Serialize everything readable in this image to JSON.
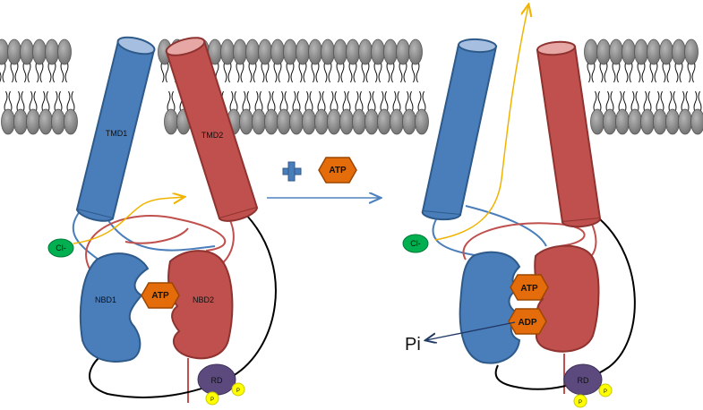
{
  "left_state": {
    "tmd1_label": "TMD1",
    "tmd2_label": "TMD2",
    "nbd1_label": "NBD1",
    "nbd2_label": "NBD2",
    "atp_label": "ATP",
    "chloride_label": "Cl-",
    "rd_label": "RD",
    "phosphate_label": "P"
  },
  "transition": {
    "atp_label": "ATP"
  },
  "right_state": {
    "atp_label": "ATP",
    "adp_label": "ADP",
    "pi_label": "Pi",
    "chloride_label": "Cl-",
    "rd_label": "RD",
    "phosphate_label": "P"
  },
  "colors": {
    "tmd1_nbd1": "#4a7ebb",
    "tmd2_nbd2": "#c0504d",
    "atp_fill": "#e46c0a",
    "chloride_fill": "#00b050",
    "rd_fill": "#5c4a7f",
    "phosphate_fill": "#ffff00",
    "ion_path": "#f0b400",
    "transition_arrow": "#4f81bd",
    "membrane_head": "#8c8c8c"
  }
}
